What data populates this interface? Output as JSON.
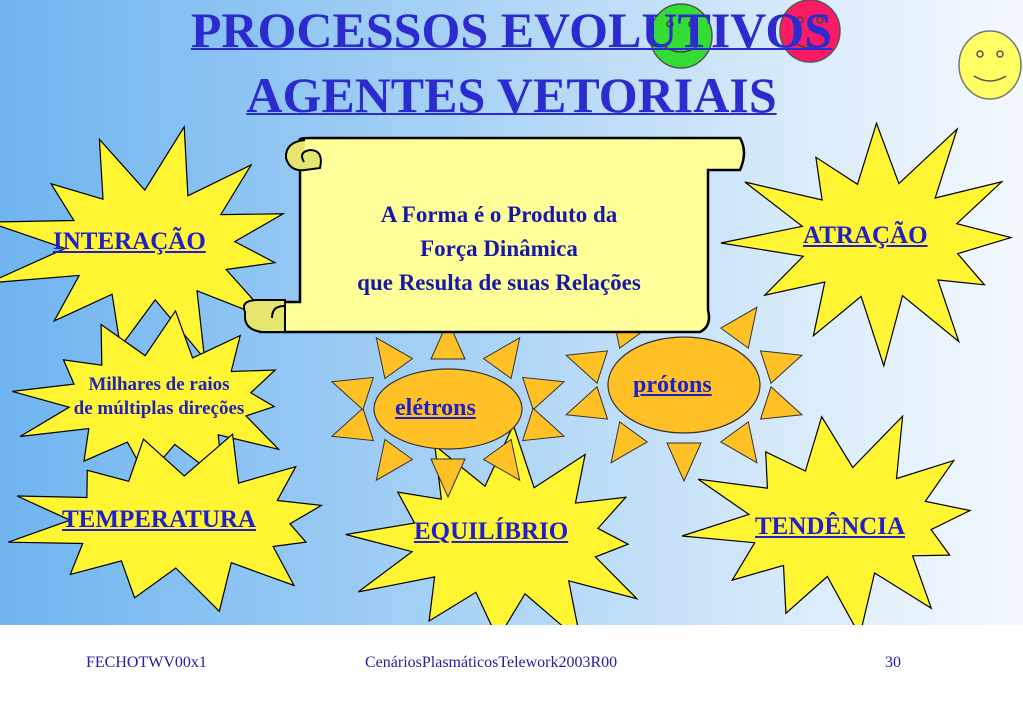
{
  "title": {
    "line1": "PROCESSOS EVOLUTIVOS",
    "line2": "AGENTES VETORIAIS"
  },
  "scroll": {
    "line1": "A Forma é o Produto da",
    "line2": "Força Dinâmica",
    "line3": "que Resulta de suas Relações"
  },
  "bursts": {
    "interacao": "INTERAÇÃO",
    "atracao": "ATRAÇÃO",
    "rays_line1": "Milhares de raios",
    "rays_line2": "de múltiplas direções",
    "temperatura": "TEMPERATURA",
    "equilibrio": "EQUILÍBRIO",
    "tendencia": "TENDÊNCIA"
  },
  "suns": {
    "eletrons": "elétrons",
    "protons": "prótons"
  },
  "footer": {
    "left": "FECHOTWV00x1",
    "center": "CenáriosPlasmáticosTelework2003R00",
    "right": "30"
  },
  "colors": {
    "title": "#2b2bd0",
    "burst": "#fff533",
    "sun": "#ffc125",
    "scroll": "#ffff99",
    "smiley_green": "#33dd33",
    "smiley_red": "#ff1a66",
    "smiley_yellow": "#ffff66"
  }
}
